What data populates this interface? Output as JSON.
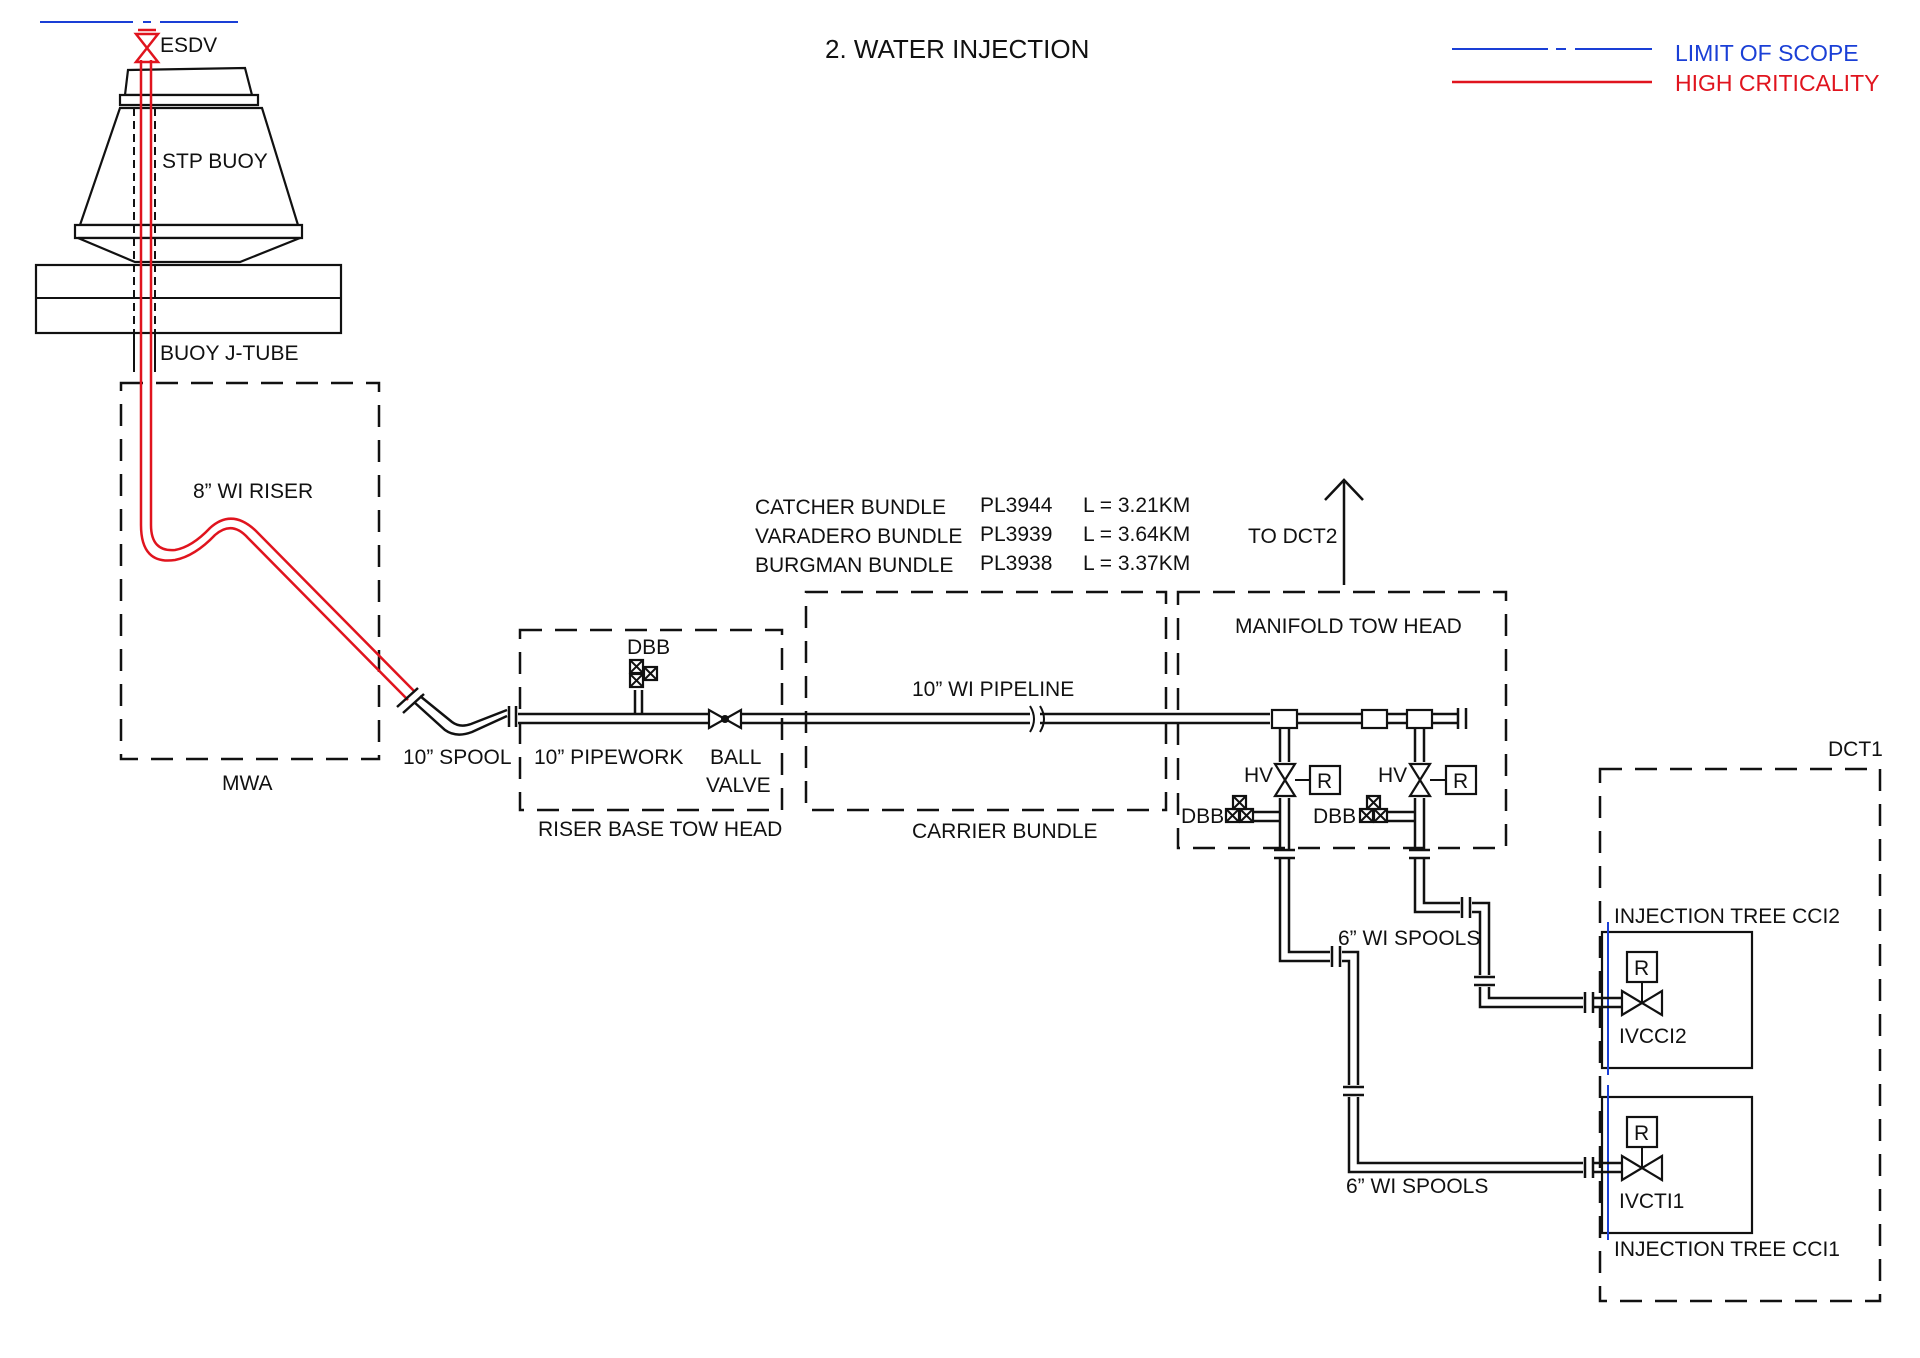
{
  "title": "2. WATER INJECTION",
  "legend": {
    "limit_of_scope": "LIMIT OF SCOPE",
    "high_criticality": "HIGH CRITICALITY",
    "limit_color": "#1a3fd6",
    "high_color": "#e0141e"
  },
  "buoy": {
    "esdv": "ESDV",
    "stp_buoy": "STP BUOY",
    "j_tube": "BUOY J-TUBE"
  },
  "mwa": {
    "label": "MWA",
    "riser": "8” WI RISER"
  },
  "spool": "10” SPOOL",
  "riser_base": {
    "label": "RISER BASE TOW HEAD",
    "pipework": "10” PIPEWORK",
    "dbb": "DBB",
    "ball_valve_line1": "BALL",
    "ball_valve_line2": "VALVE"
  },
  "bundles": [
    {
      "name": "CATCHER BUNDLE",
      "pl": "PL3944",
      "length": "L = 3.21KM"
    },
    {
      "name": "VARADERO BUNDLE",
      "pl": "PL3939",
      "length": "L = 3.64KM"
    },
    {
      "name": "BURGMAN BUNDLE",
      "pl": "PL3938",
      "length": "L = 3.37KM"
    }
  ],
  "carrier": {
    "label": "CARRIER BUNDLE",
    "pipeline": "10” WI PIPELINE"
  },
  "manifold": {
    "label": "MANIFOLD TOW HEAD",
    "to_dct2": "TO DCT2",
    "hv1": "HV",
    "hv2": "HV",
    "r1": "R",
    "r2": "R",
    "dbb1": "DBB",
    "dbb2": "DBB"
  },
  "spools": {
    "upper": "6” WI SPOOLS",
    "lower": "6” WI SPOOLS"
  },
  "dct1": {
    "label": "DCT1",
    "tree_cci2": "INJECTION TREE CCI2",
    "valve_cci2": "IVCCI2",
    "tree_cci1": "INJECTION TREE CCI1",
    "valve_cti1": "IVCTI1",
    "r_cci2": "R",
    "r_cci1": "R"
  }
}
